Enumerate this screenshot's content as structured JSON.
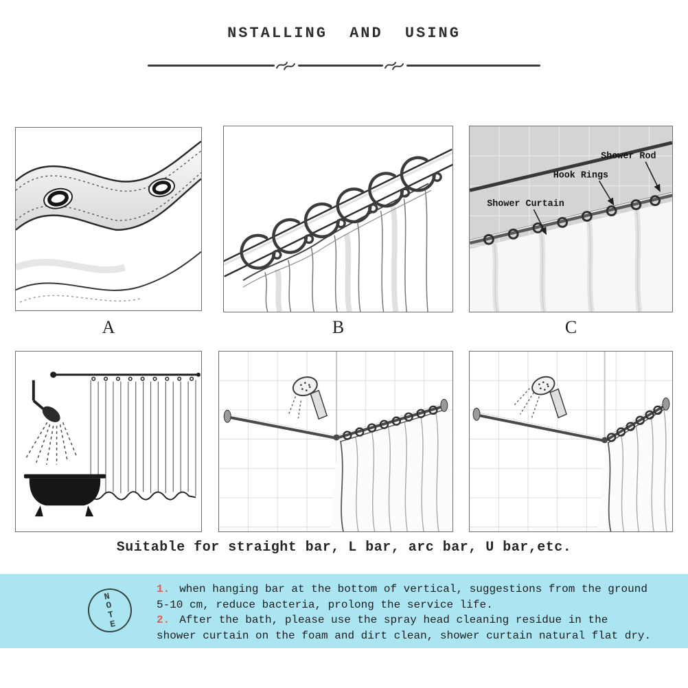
{
  "colors": {
    "note-bg": "#ace5f2",
    "note-number": "#e25b52",
    "ink": "#222222"
  },
  "header": {
    "title": "NSTALLING AND USING"
  },
  "panels": {
    "labels": [
      "A",
      "B",
      "C"
    ],
    "annotations": {
      "shower_rod": "Shower Rod",
      "hook_rings": "Hook Rings",
      "shower_curtain": "Shower Curtain"
    }
  },
  "footer": {
    "suitable": "Suitable for straight bar, L bar, arc bar, U bar,etc."
  },
  "note": {
    "stamp_letters": [
      "N",
      "O",
      "T",
      "E"
    ],
    "items": [
      {
        "num": "1.",
        "text": "when hanging bar at the bottom of vertical, suggestions from the ground 5-10 cm, reduce bacteria, prolong the service life."
      },
      {
        "num": "2.",
        "text": "After the bath, please use the spray head cleaning residue in the shower curtain on the foam and dirt clean, shower curtain natural flat dry."
      }
    ]
  }
}
